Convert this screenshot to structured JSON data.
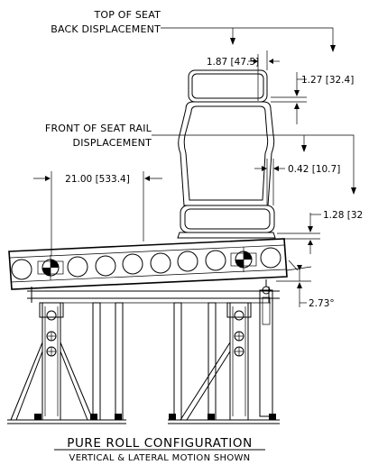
{
  "labels": {
    "top_of_seat_line1": "TOP OF SEAT",
    "top_of_seat_line2": "BACK DISPLACEMENT",
    "front_rail_line1": "FRONT OF SEAT RAIL",
    "front_rail_line2": "DISPLACEMENT"
  },
  "dimensions": {
    "headrest_width": "1.87 [47.5]",
    "headrest_vertical": "1.27 [32.4]",
    "rail_offset": "0.42 [10.7]",
    "seat_position": "21.00 [533.4]",
    "rail_vertical": "1.28 [32",
    "roll_angle": "2.73°"
  },
  "caption": {
    "title": "PURE ROLL CONFIGURATION",
    "subtitle": "VERTICAL & LATERAL MOTION SHOWN"
  }
}
